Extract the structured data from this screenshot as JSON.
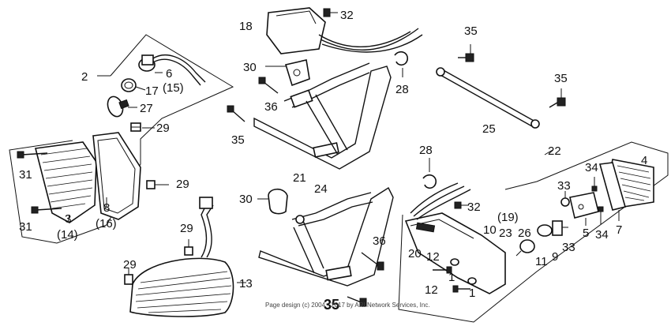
{
  "labels": {
    "p2": "2",
    "p6": "6",
    "p15": "(15)",
    "p17": "17",
    "p27": "27",
    "p29a": "29",
    "p31a": "31",
    "p31b": "31",
    "p3": "3",
    "p14": "(14)",
    "p8": "8",
    "p16": "(16)",
    "p29b": "29",
    "p29c": "29",
    "p29d": "29",
    "p13": "13",
    "p18": "18",
    "p32a": "32",
    "p30a": "30",
    "p36a": "36",
    "p28a": "28",
    "p35a": "35",
    "p21": "21",
    "p35b": "35",
    "p35c": "35",
    "p25": "25",
    "p28b": "28",
    "p30b": "30",
    "p24": "24",
    "p36b": "36",
    "p22": "22",
    "p34a": "34",
    "p4": "4",
    "p33a": "33",
    "p32b": "32",
    "p19": "(19)",
    "p10": "10",
    "p23": "23",
    "p26": "26",
    "p5": "5",
    "p34b": "34",
    "p7": "7",
    "p9": "9",
    "p33b": "33",
    "p20": "20",
    "p12a": "12",
    "p1a": "1",
    "p11": "11",
    "p12b": "12",
    "p1b": "1",
    "p35d": "35"
  },
  "copyright": "Page design (c) 2004 - 2017 by ARI Network Services, Inc."
}
